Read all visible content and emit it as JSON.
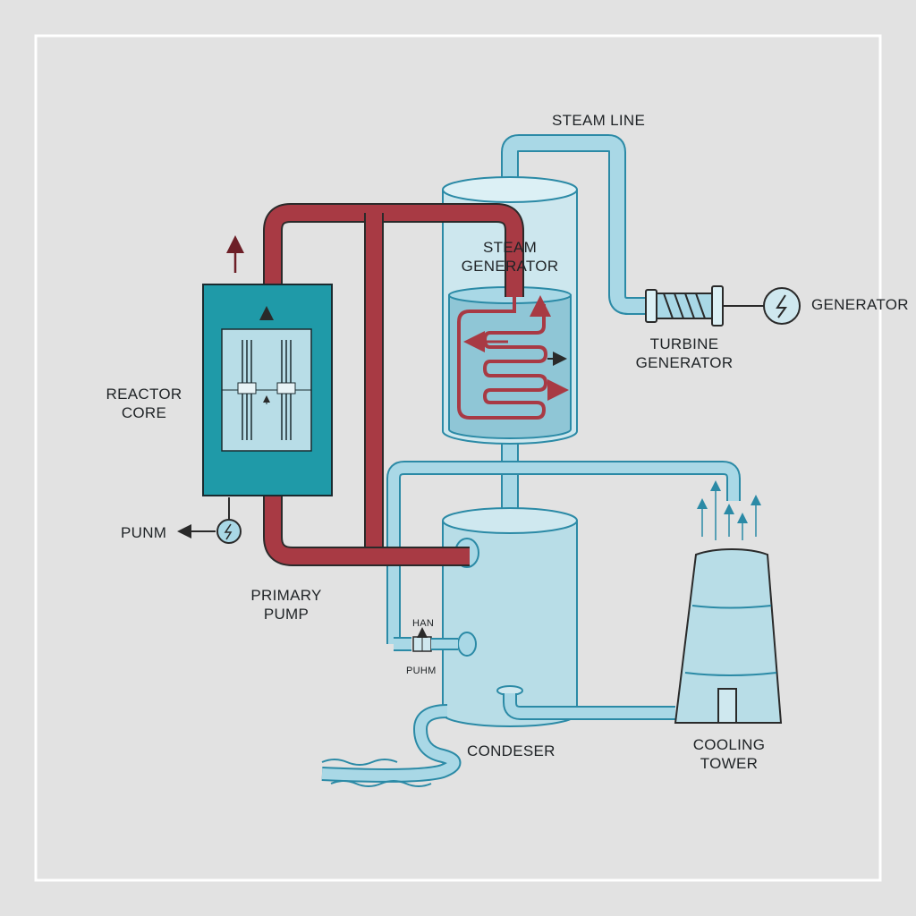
{
  "labels": {
    "steam_line": "STEAM LINE",
    "steam_generator": [
      "STEAM",
      "GENERATOR"
    ],
    "generator": "GENERATOR",
    "turbine_generator": [
      "TURBINE",
      "GENERATOR"
    ],
    "reactor_core": [
      "REACTOR",
      "CORE"
    ],
    "punm": "PUNM",
    "primary_pump": [
      "PRIMARY",
      "PUMP"
    ],
    "han": "HAN",
    "puhm": "PUHM",
    "condenser": "CONDESER",
    "cooling_tower": [
      "COOLING",
      "TOWER"
    ]
  },
  "colors": {
    "background": "#e2e2e2",
    "primary_loop": "#a83a44",
    "water_light": "#b8dde7",
    "pipe_blue": "#a9d8e6",
    "outline": "#2a2a2a",
    "reactor_teal": "#1f9aa8"
  },
  "icons": [
    "lightning-icon",
    "arrow-up-icon",
    "arrow-left-icon",
    "arrow-right-icon",
    "water-wave-icon"
  ]
}
